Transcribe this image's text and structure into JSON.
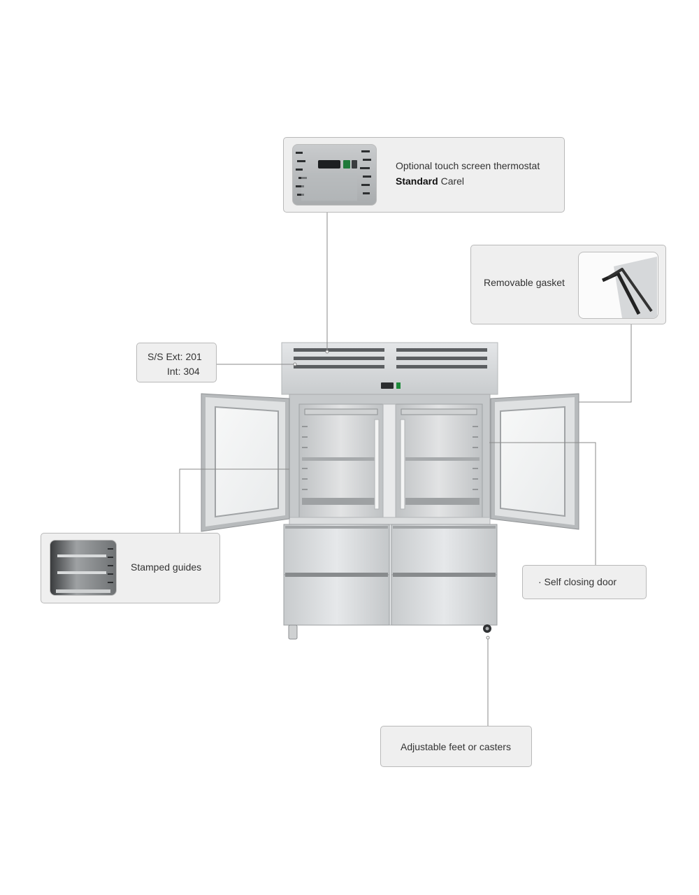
{
  "callouts": {
    "thermostat": {
      "line1": "Optional touch screen thermostat",
      "line2_bold": "Standard",
      "line2_rest": " Carel"
    },
    "gasket": {
      "label": "Removable gasket"
    },
    "material": {
      "line1": "S/S  Ext: 201",
      "line2": "Int: 304"
    },
    "guides": {
      "label": "Stamped guides"
    },
    "door": {
      "label": "·  Self closing door"
    },
    "feet": {
      "label": "Adjustable feet or casters"
    }
  },
  "colors": {
    "callout_bg": "#efefef",
    "callout_border": "#b9b9b9",
    "leader_line": "#8a8a8a",
    "steel": "#d7d9db"
  },
  "icons": [
    "thermostat-thumbnail",
    "gasket-thumbnail",
    "stamped-guides-thumbnail"
  ]
}
